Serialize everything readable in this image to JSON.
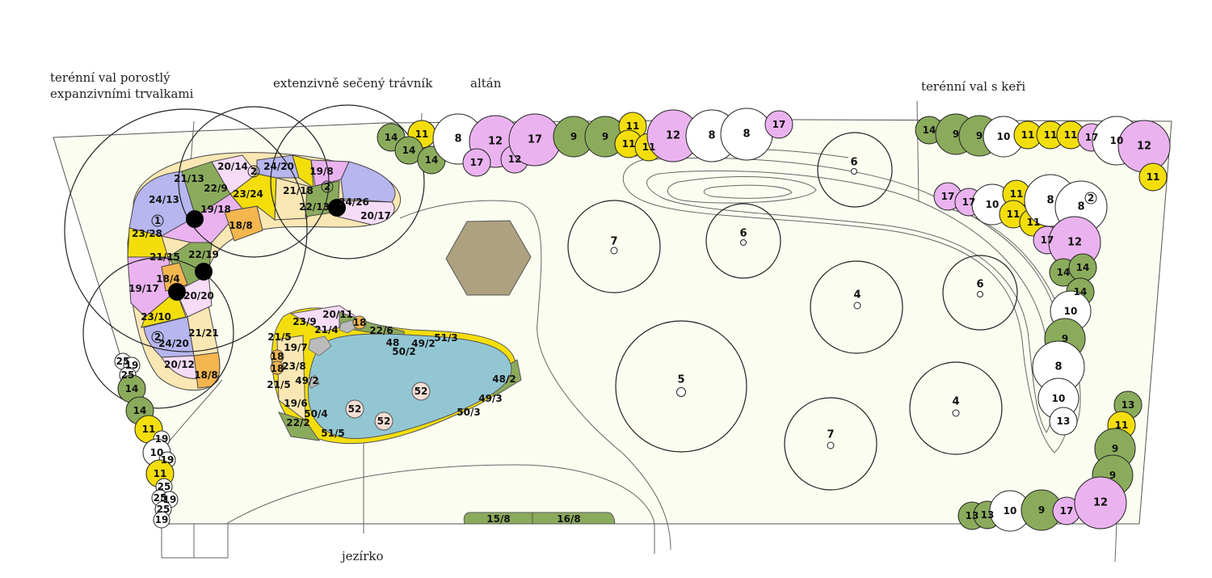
{
  "annotations": {
    "embankment_perennials_line1": "terénní val porostlý",
    "embankment_perennials_line2": "expanzivními trvalkami",
    "meadow": "extenzivně sečený trávník",
    "gazebo": "altán",
    "embankment_shrubs": "terénní val s keři",
    "pond": "jezírko"
  },
  "colors": {
    "lawn": "#fbfdf1",
    "green": "#8bab5c",
    "yellow": "#f3de0c",
    "pink": "#eab3ef",
    "lilac": "#b7b6ef",
    "cream": "#fbe7b4",
    "orange": "#f4b64f",
    "light_pink": "#f7dcf7",
    "water": "#93c6d3",
    "gazebo": "#ada17f",
    "pond_plant": "#f3ded5"
  },
  "bed_labels": [
    "20/14",
    "24/20",
    "19/8",
    "21/13",
    "22/9",
    "23/24",
    "21/18",
    "24/26",
    "24/13",
    "19/18",
    "22/13",
    "20/17",
    "23/28",
    "18/8",
    "21/15",
    "22/19",
    "18/4",
    "19/17",
    "20/20",
    "23/10",
    "21/21",
    "24/20",
    "20/12",
    "18/8"
  ],
  "pond_labels": [
    "23/9",
    "20/11",
    "18",
    "21/5",
    "21/4",
    "22/6",
    "48",
    "49/2",
    "51/3",
    "50/2",
    "19/7",
    "18",
    "23/8",
    "18",
    "21/5",
    "49/2",
    "19/6",
    "50/4",
    "22/2",
    "51/5",
    "48/2",
    "49/3",
    "50/3",
    "52",
    "52",
    "52"
  ],
  "marker": "2",
  "marker1": "1",
  "hedge_top": [
    "14",
    "11",
    "14",
    "14",
    "8",
    "12",
    "17",
    "12",
    "17",
    "9",
    "9",
    "11",
    "11",
    "11",
    "12",
    "8",
    "8",
    "17"
  ],
  "hedge_right": [
    "14",
    "9",
    "9",
    "10",
    "11",
    "11",
    "11",
    "17",
    "10",
    "12",
    "11"
  ],
  "shrub_cluster": [
    "17",
    "17",
    "10",
    "11",
    "11",
    "11",
    "8",
    "8",
    "17",
    "12",
    "14",
    "14",
    "14",
    "10",
    "9",
    "8",
    "10",
    "13"
  ],
  "bottom_right": [
    "13",
    "11",
    "9",
    "9",
    "13",
    "13",
    "10",
    "9",
    "17",
    "12"
  ],
  "left_strip": [
    "25",
    "19",
    "25",
    "14",
    "14",
    "11",
    "19",
    "10",
    "19",
    "11",
    "25",
    "25",
    "19",
    "25",
    "19"
  ],
  "trees": [
    "7",
    "6",
    "6",
    "4",
    "6",
    "5",
    "4",
    "7"
  ],
  "bench_bed": [
    "15/8",
    "16/8"
  ]
}
